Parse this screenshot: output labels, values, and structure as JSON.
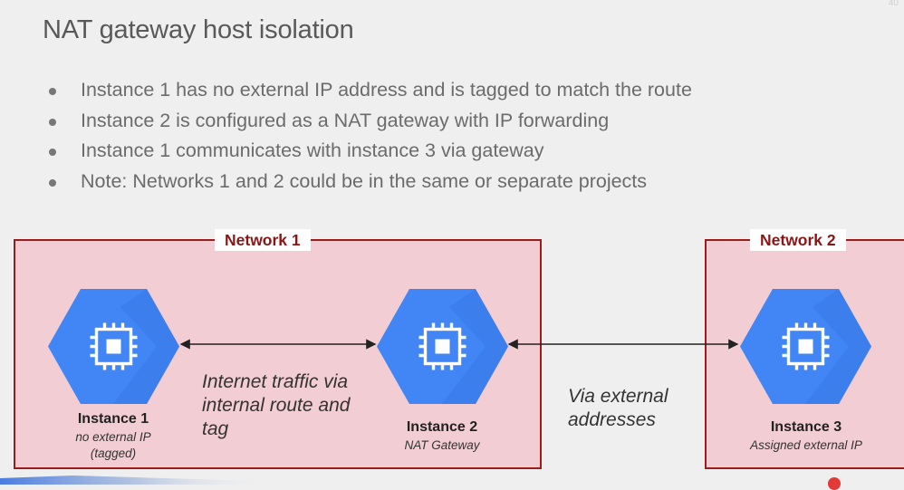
{
  "slide": {
    "title": "NAT gateway host isolation",
    "number": "40",
    "bullets": [
      "Instance 1 has no external IP address and is tagged to match the route",
      "Instance 2 is configured as a NAT gateway with IP forwarding",
      "Instance 1 communicates with instance 3 via gateway",
      "Note: Networks 1 and 2 could be in the same or separate projects"
    ]
  },
  "diagram": {
    "networks": [
      {
        "label": "Network 1"
      },
      {
        "label": "Network 2"
      }
    ],
    "instances": [
      {
        "name": "Instance 1",
        "sub_line1": "no external IP",
        "sub_line2": "(tagged)",
        "icon": "compute-chip-icon"
      },
      {
        "name": "Instance 2",
        "sub_line1": "NAT Gateway",
        "icon": "compute-chip-icon"
      },
      {
        "name": "Instance 3",
        "sub_line1": "Assigned external IP",
        "icon": "compute-chip-icon"
      }
    ],
    "connections": [
      {
        "line1": "Internet traffic via",
        "line2": "internal route and",
        "line3": "tag"
      },
      {
        "line1": "Via external",
        "line2": "addresses"
      }
    ]
  },
  "colors": {
    "background": "#efefef",
    "network_fill": "#f2cdd3",
    "network_border": "#9c1b1b",
    "network_label": "#8b1515",
    "instance_hex": "#4285f4",
    "instance_hex_shadow": "#3367d6"
  }
}
